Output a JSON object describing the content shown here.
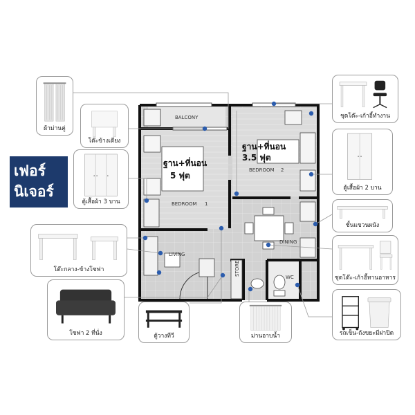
{
  "title": {
    "line1": "เฟอร์",
    "line2": "นิเจอร์"
  },
  "rooms": {
    "balcony": "BALCONY",
    "bedroom1": "BEDROOM",
    "bedroom1_num": "1",
    "bedroom2": "BEDROOM",
    "bedroom2_num": "2",
    "living": "LIVING",
    "dining": "DINING",
    "store": "STORE",
    "wc": "WC"
  },
  "beds": {
    "bed1_line1": "ฐาน+ที่นอน",
    "bed1_line2": "5 ฟุต",
    "bed2_line1": "ฐาน+ที่นอน",
    "bed2_line2": "3.5 ฟุต"
  },
  "items": {
    "curtain": "ผ้าม่านคู่",
    "bedside": "โต๊ะข้างเตียง",
    "wardrobe3": "ตู้เสื้อผ้า 3 บาน",
    "coffee_table": "โต๊ะกลาง-ข้างโซฟา",
    "sofa": "โซฟา 2 ที่นั่ง",
    "tv_stand": "ตู้วางทีวี",
    "shower_curtain": "ม่านอาบน้ำ",
    "desk_chair": "ชุดโต๊ะ-เก้าอี้ทำงาน",
    "wardrobe2": "ตู้เสื้อผ้า 2 บาน",
    "wall_shelf": "ชั้นแขวนผนัง",
    "dining_set": "ชุดโต๊ะ-เก้าอี้ทานอาหาร",
    "trolley_bin": "รถเข็น-ถังขยะมีฝาปิด"
  },
  "colors": {
    "title_bg": "#1d3a6c",
    "connector": "#2b5cad",
    "floor_gray": "#cfcfcf",
    "wall": "#111111"
  }
}
